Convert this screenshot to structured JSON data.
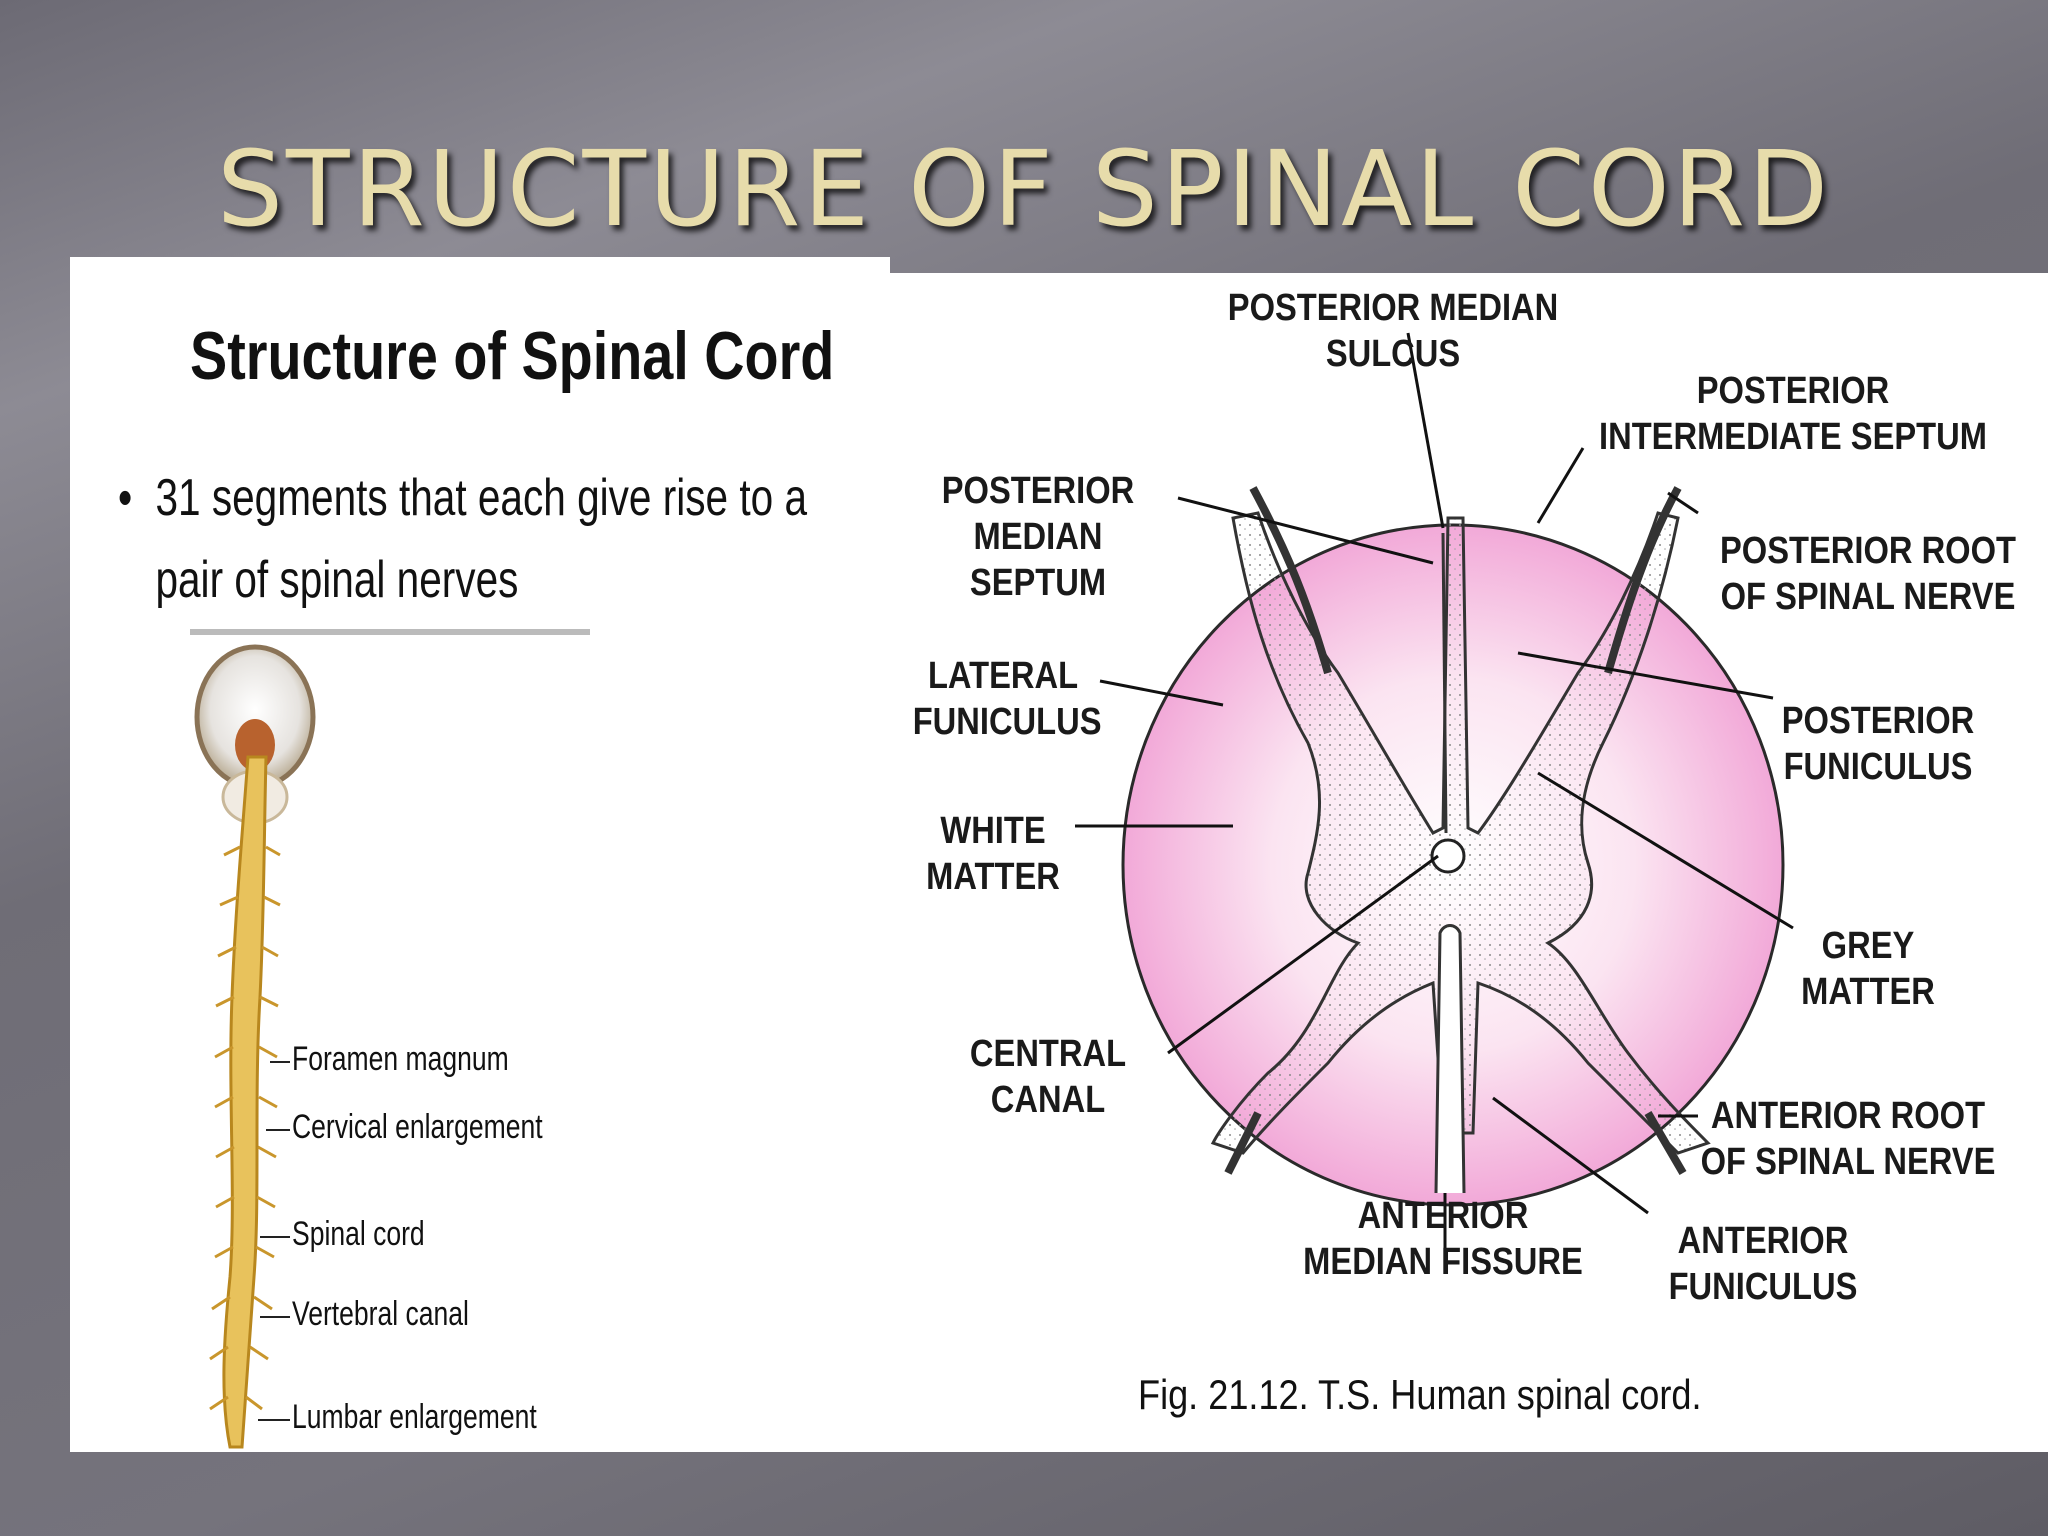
{
  "slide": {
    "title": "STRUCTURE OF SPINAL CORD"
  },
  "left_panel": {
    "heading": "Structure of Spinal Cord",
    "bullet": "31 segments that each give rise to a pair of spinal nerves",
    "bullet_marker": "•",
    "cord_labels": [
      "Foramen magnum",
      "Cervical enlargement",
      "Spinal cord",
      "Vertebral canal",
      "Lumbar enlargement"
    ]
  },
  "right_panel": {
    "labels": {
      "posterior_median_sulcus": "POSTERIOR MEDIAN SULCUS",
      "posterior_intermediate_septum": "POSTERIOR\nINTERMEDIATE SEPTUM",
      "posterior_median_septum": "POSTERIOR\nMEDIAN\nSEPTUM",
      "posterior_root": "POSTERIOR  ROOT\nOF  SPINAL  NERVE",
      "lateral_funiculus": "LATERAL\nFUNICULUS",
      "posterior_funiculus": "POSTERIOR\nFUNICULUS",
      "white_matter": "WHITE\nMATTER",
      "grey_matter": "GREY\nMATTER",
      "central_canal": "CENTRAL\nCANAL",
      "anterior_root": "ANTERIOR  ROOT\nOF  SPINAL  NERVE",
      "anterior_median_fissure": "ANTERIOR\nMEDIAN FISSURE",
      "anterior_funiculus": "ANTERIOR\nFUNICULUS"
    },
    "caption": "Fig. 21.12. T.S. Human spinal cord."
  },
  "colors": {
    "title_gold": "#e7dcab",
    "white_matter_pink": "#f2a9d8",
    "cord_yellow": "#e8c25c"
  }
}
